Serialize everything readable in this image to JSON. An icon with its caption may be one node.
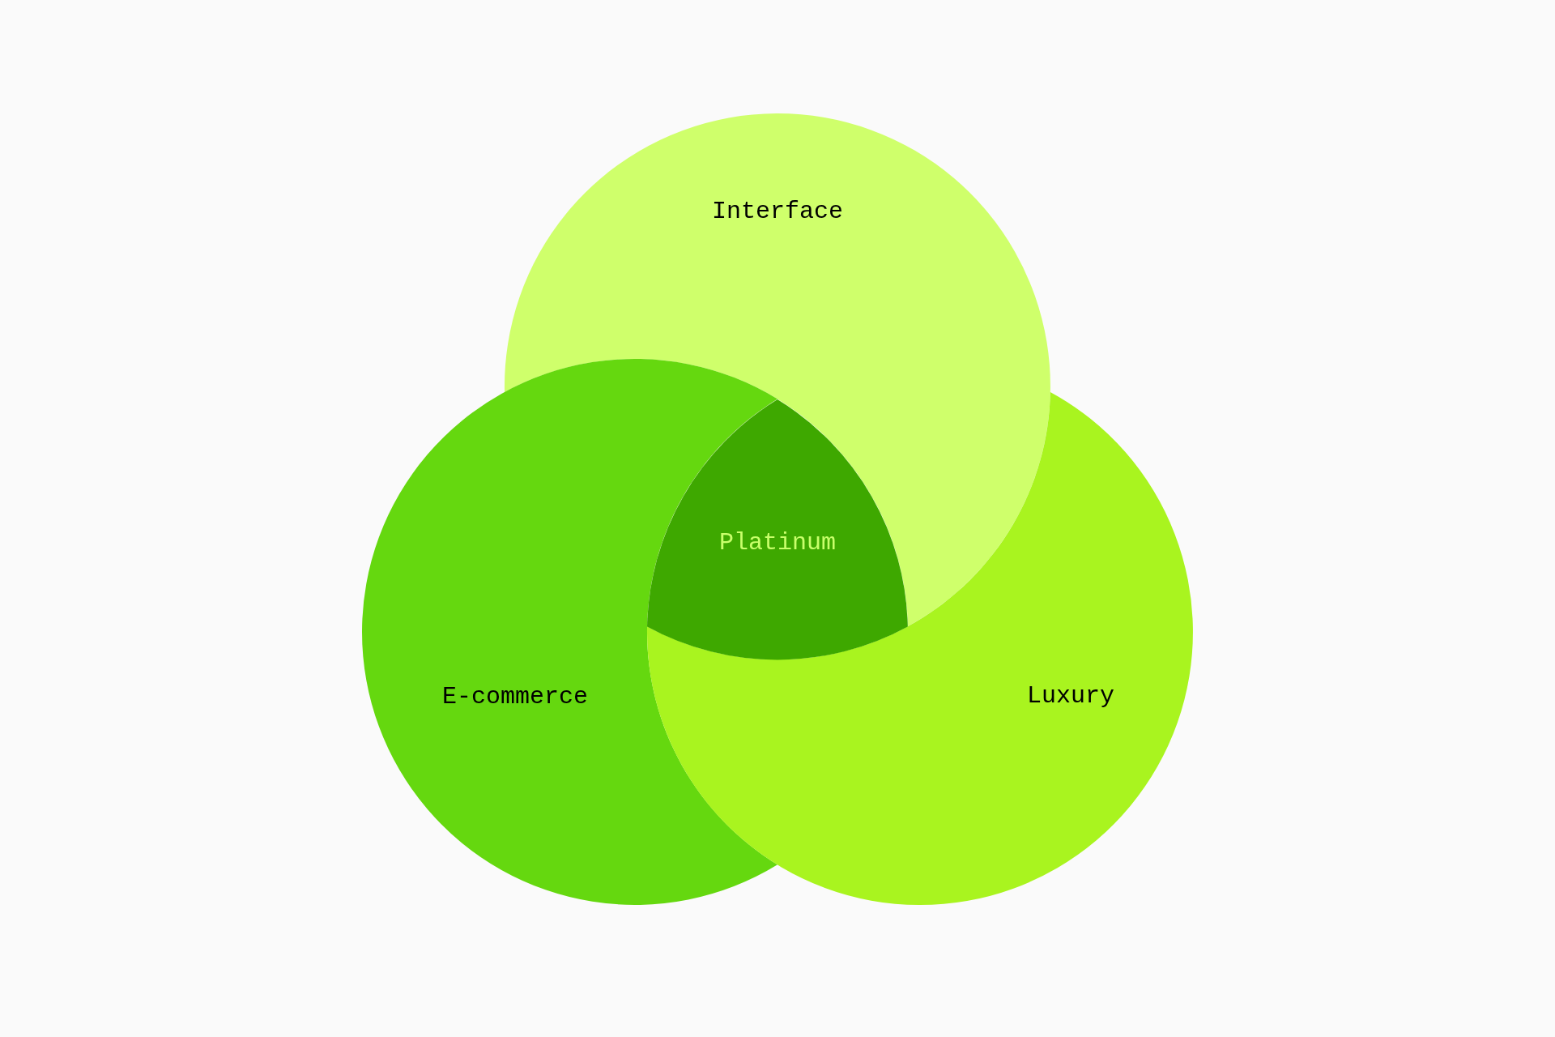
{
  "diagram": {
    "nodes": [
      {
        "text": [
          "Interface"
        ]
      },
      {
        "text": [
          "Platinum"
        ]
      },
      {
        "text": [
          "E-commerce"
        ]
      },
      {
        "text": [
          "Luxury"
        ]
      }
    ]
  }
}
